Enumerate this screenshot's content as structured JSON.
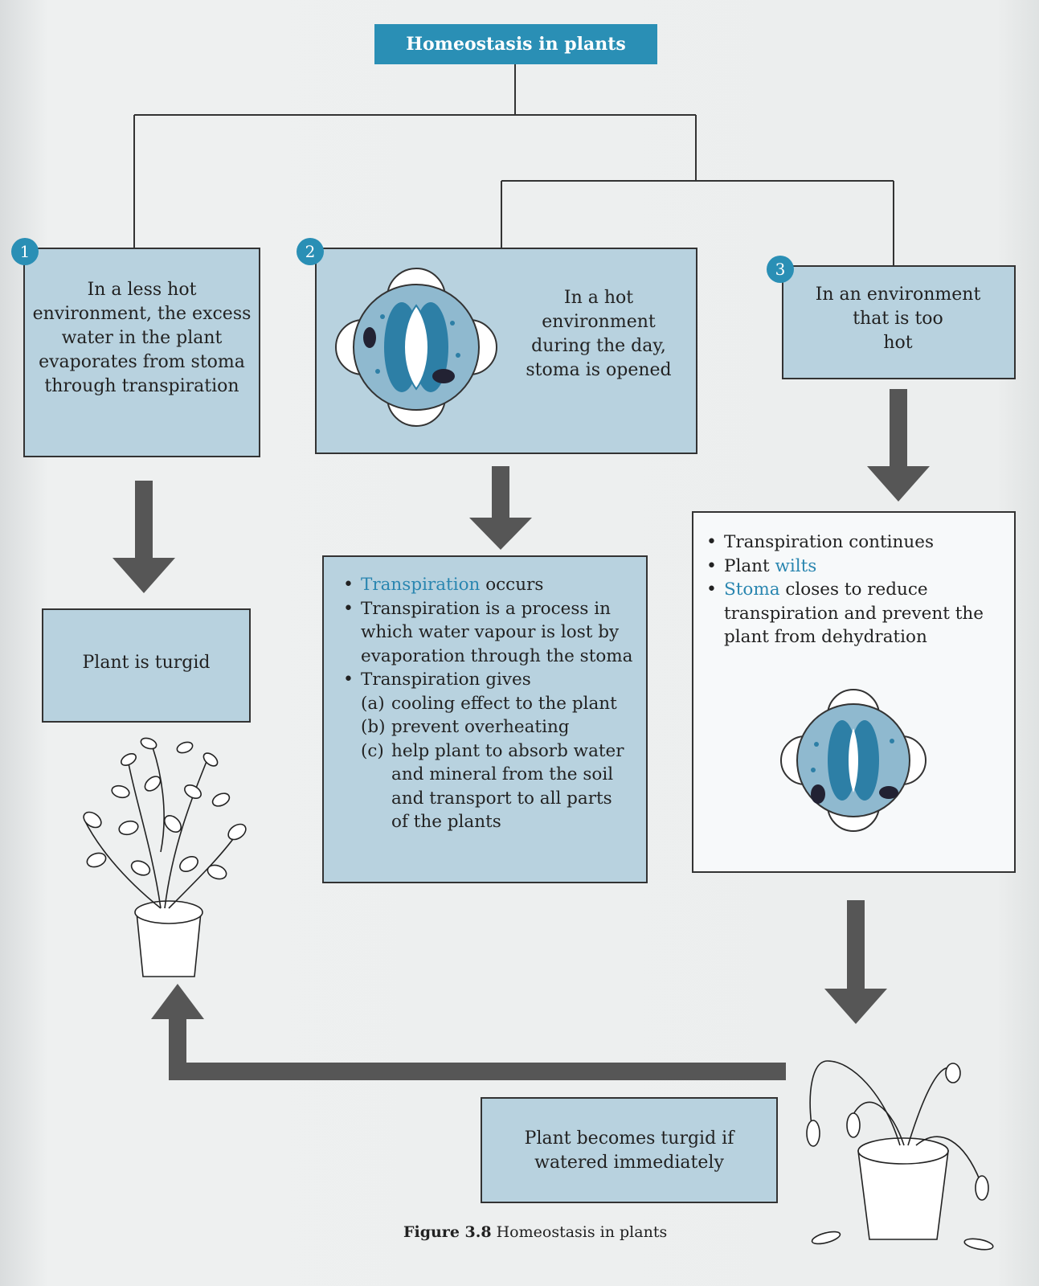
{
  "title": "Homeostasis in plants",
  "badges": [
    "1",
    "2",
    "3"
  ],
  "box1": {
    "text": [
      "In a less hot",
      "environment, the excess",
      "water in the plant",
      "evaporates from stoma",
      "through transpiration"
    ]
  },
  "box2": {
    "text": [
      "In a hot",
      "environment",
      "during the day,",
      "stoma is opened"
    ]
  },
  "box3": {
    "text": [
      "In an environment",
      "that is too",
      "hot"
    ]
  },
  "turgid_box": {
    "text": "Plant is turgid"
  },
  "middle_list": {
    "b1_highlight": "Transpiration",
    "b1_rest": " occurs",
    "b2": "Transpiration is a process in which water vapour is lost by evaporation through the stoma",
    "b3": "Transpiration gives",
    "sub": [
      {
        "label": "(a)",
        "text": "cooling effect to the plant"
      },
      {
        "label": "(b)",
        "text": "prevent overheating"
      },
      {
        "label": "(c)",
        "text": "help plant to absorb water and mineral from the soil and transport to all parts of the plants"
      }
    ]
  },
  "right_list": {
    "b1": "Transpiration continues",
    "b2_pre": "Plant ",
    "b2_highlight": "wilts",
    "b3_highlight": "Stoma",
    "b3_rest": " closes to reduce transpiration and prevent the plant from dehydration"
  },
  "bottom_box": {
    "text": [
      "Plant becomes turgid if",
      "watered immediately"
    ]
  },
  "caption": {
    "label": "Figure 3.8",
    "text": " Homeostasis in plants"
  },
  "colors": {
    "accent": "#2a8fb5",
    "box_fill": "#b8d2df",
    "arrow": "#555555"
  },
  "icons": [
    "stoma-open-icon",
    "stoma-closed-icon",
    "turgid-plant-icon",
    "wilted-plant-icon"
  ]
}
